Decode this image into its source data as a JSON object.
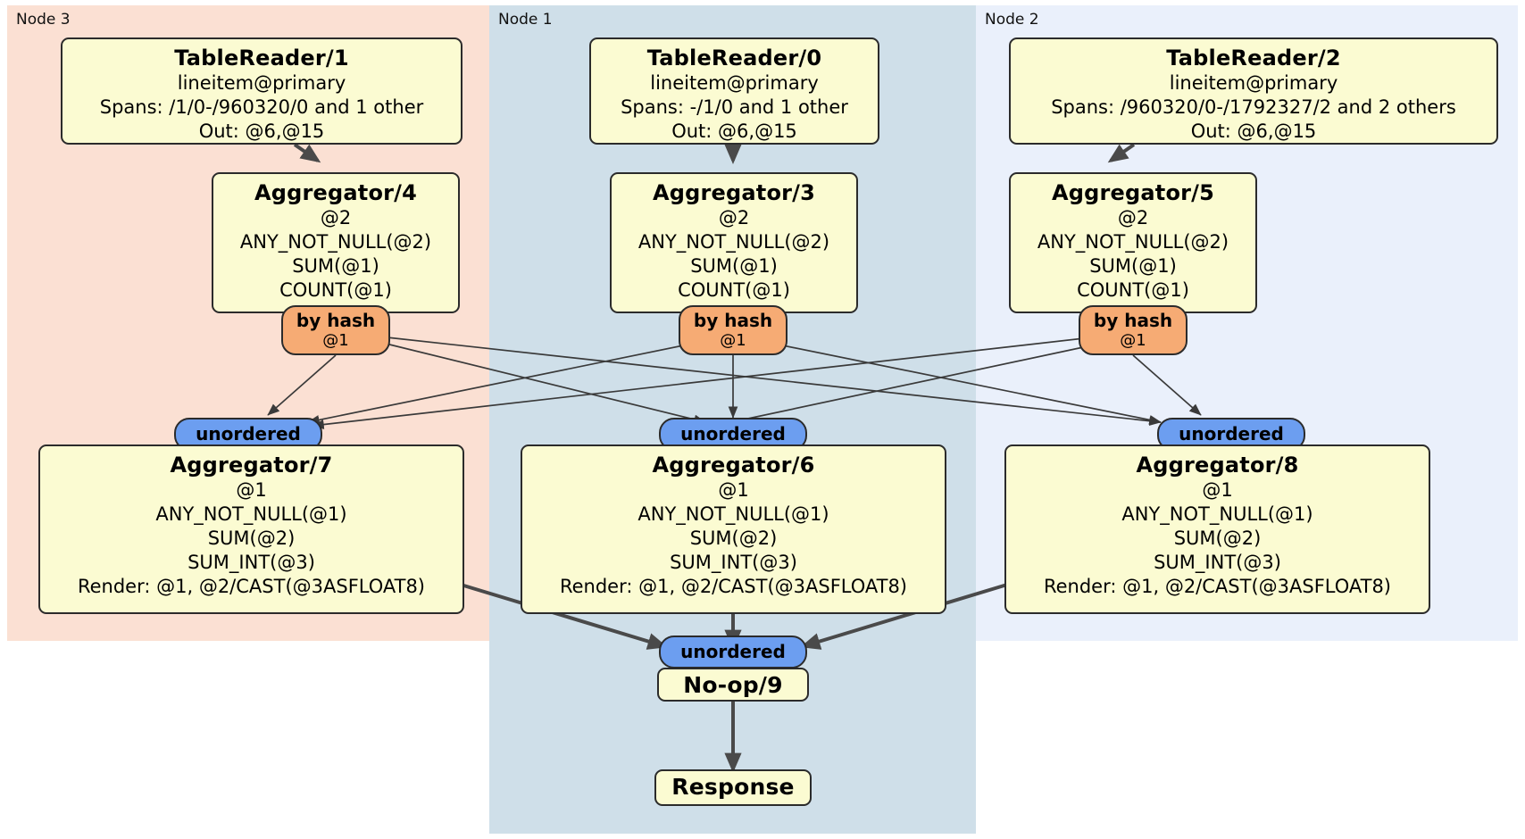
{
  "diagram": {
    "type": "distributed-query-plan",
    "colors": {
      "node3_panel": "#fbe0d3",
      "node1_panel": "#cfdfe9",
      "node2_panel": "#eaf0fb",
      "processor_box": "#fbfbd2",
      "hash_router": "#f6ab74",
      "unordered_synchronizer": "#6c9ef0",
      "stroke": "#2b2b2b"
    }
  },
  "panels": [
    {
      "id": "node3",
      "label": "Node 3"
    },
    {
      "id": "node1",
      "label": "Node 1"
    },
    {
      "id": "node2",
      "label": "Node 2"
    }
  ],
  "processors": {
    "tablereader1": {
      "title": "TableReader/1",
      "lines": [
        "lineitem@primary",
        "Spans: /1/0-/960320/0 and 1 other",
        "Out: @6,@15"
      ]
    },
    "tablereader0": {
      "title": "TableReader/0",
      "lines": [
        "lineitem@primary",
        "Spans: -/1/0 and 1 other",
        "Out: @6,@15"
      ]
    },
    "tablereader2": {
      "title": "TableReader/2",
      "lines": [
        "lineitem@primary",
        "Spans: /960320/0-/1792327/2 and 2 others",
        "Out: @6,@15"
      ]
    },
    "aggregator4": {
      "title": "Aggregator/4",
      "lines": [
        "@2",
        "ANY_NOT_NULL(@2)",
        "SUM(@1)",
        "COUNT(@1)"
      ]
    },
    "aggregator3": {
      "title": "Aggregator/3",
      "lines": [
        "@2",
        "ANY_NOT_NULL(@2)",
        "SUM(@1)",
        "COUNT(@1)"
      ]
    },
    "aggregator5": {
      "title": "Aggregator/5",
      "lines": [
        "@2",
        "ANY_NOT_NULL(@2)",
        "SUM(@1)",
        "COUNT(@1)"
      ]
    },
    "aggregator7": {
      "title": "Aggregator/7",
      "lines": [
        "@1",
        "ANY_NOT_NULL(@1)",
        "SUM(@2)",
        "SUM_INT(@3)",
        "Render: @1, @2/CAST(@3ASFLOAT8)"
      ]
    },
    "aggregator6": {
      "title": "Aggregator/6",
      "lines": [
        "@1",
        "ANY_NOT_NULL(@1)",
        "SUM(@2)",
        "SUM_INT(@3)",
        "Render: @1, @2/CAST(@3ASFLOAT8)"
      ]
    },
    "aggregator8": {
      "title": "Aggregator/8",
      "lines": [
        "@1",
        "ANY_NOT_NULL(@1)",
        "SUM(@2)",
        "SUM_INT(@3)",
        "Render: @1, @2/CAST(@3ASFLOAT8)"
      ]
    },
    "noop9": {
      "title": "No-op/9",
      "lines": []
    },
    "response": {
      "title": "Response",
      "lines": []
    }
  },
  "routers": {
    "hash_left": {
      "label": "by hash",
      "sub": "@1"
    },
    "hash_center": {
      "label": "by hash",
      "sub": "@1"
    },
    "hash_right": {
      "label": "by hash",
      "sub": "@1"
    }
  },
  "synchronizers": {
    "uno_left": {
      "label": "unordered"
    },
    "uno_center": {
      "label": "unordered"
    },
    "uno_right": {
      "label": "unordered"
    },
    "uno_final": {
      "label": "unordered"
    }
  }
}
